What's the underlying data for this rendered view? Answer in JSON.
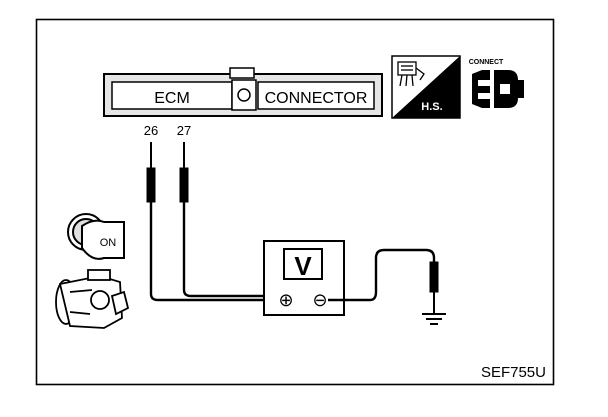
{
  "diagram": {
    "connector_left_label": "ECM",
    "connector_right_label": "CONNECTOR",
    "pin_a": "26",
    "pin_b": "27",
    "meter_symbol": "V",
    "meter_positive": "⊕",
    "meter_negative": "⊖",
    "hs_label": "H.S.",
    "connect_label": "CONNECT",
    "ignition_label": "ON",
    "figure_code": "SEF755U"
  },
  "icons": [
    "harness-side-icon",
    "connect-icon",
    "ignition-key-on-icon",
    "engine-icon",
    "ground-icon",
    "voltmeter-icon"
  ],
  "colors": {
    "ink": "#000000",
    "connector_fill": "#e6e6e6",
    "paper": "#ffffff"
  }
}
